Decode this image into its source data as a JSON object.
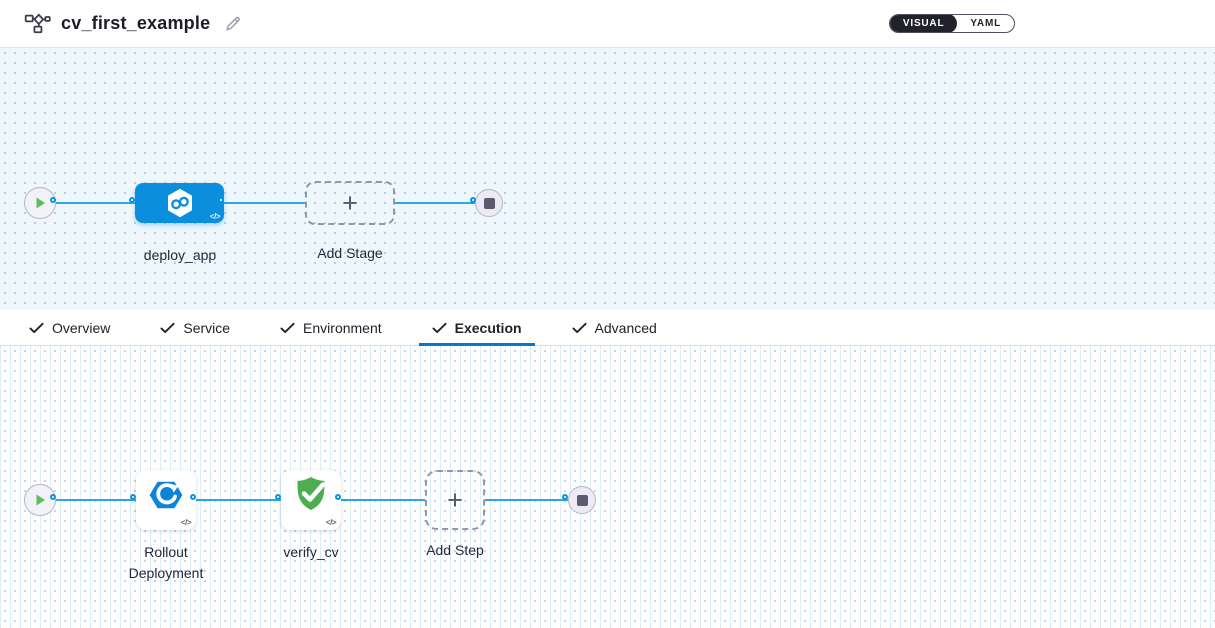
{
  "header": {
    "title": "cv_first_example",
    "mode_toggle": {
      "visual_label": "VISUAL",
      "yaml_label": "YAML",
      "selected": "VISUAL"
    }
  },
  "stage_pipeline": {
    "stage": {
      "label": "deploy_app",
      "icon": "cd-hexagon-icon",
      "code_glyph": "</>"
    },
    "add_stage": {
      "label": "Add Stage",
      "plus_glyph": "+"
    }
  },
  "tabs": {
    "items": [
      {
        "label": "Overview",
        "checked": true,
        "active": false
      },
      {
        "label": "Service",
        "checked": true,
        "active": false
      },
      {
        "label": "Environment",
        "checked": true,
        "active": false
      },
      {
        "label": "Execution",
        "checked": true,
        "active": true
      },
      {
        "label": "Advanced",
        "checked": true,
        "active": false
      }
    ],
    "active_tab": "Execution"
  },
  "execution_pipeline": {
    "steps": [
      {
        "label": "Rollout Deployment",
        "icon": "rollout-deployment-icon",
        "code_glyph": "</>"
      },
      {
        "label": "verify_cv",
        "icon": "verify-shield-icon",
        "code_glyph": "</>"
      }
    ],
    "add_step": {
      "label": "Add Step",
      "plus_glyph": "+"
    }
  },
  "colors": {
    "accent_blue": "#0278D5",
    "connector_blue": "#2AA7E4",
    "stage_node_blue": "#0B8EDE",
    "success_green": "#4CAE50",
    "dark_text": "#22222A",
    "top_canvas_bg": "#EEF7FC"
  }
}
